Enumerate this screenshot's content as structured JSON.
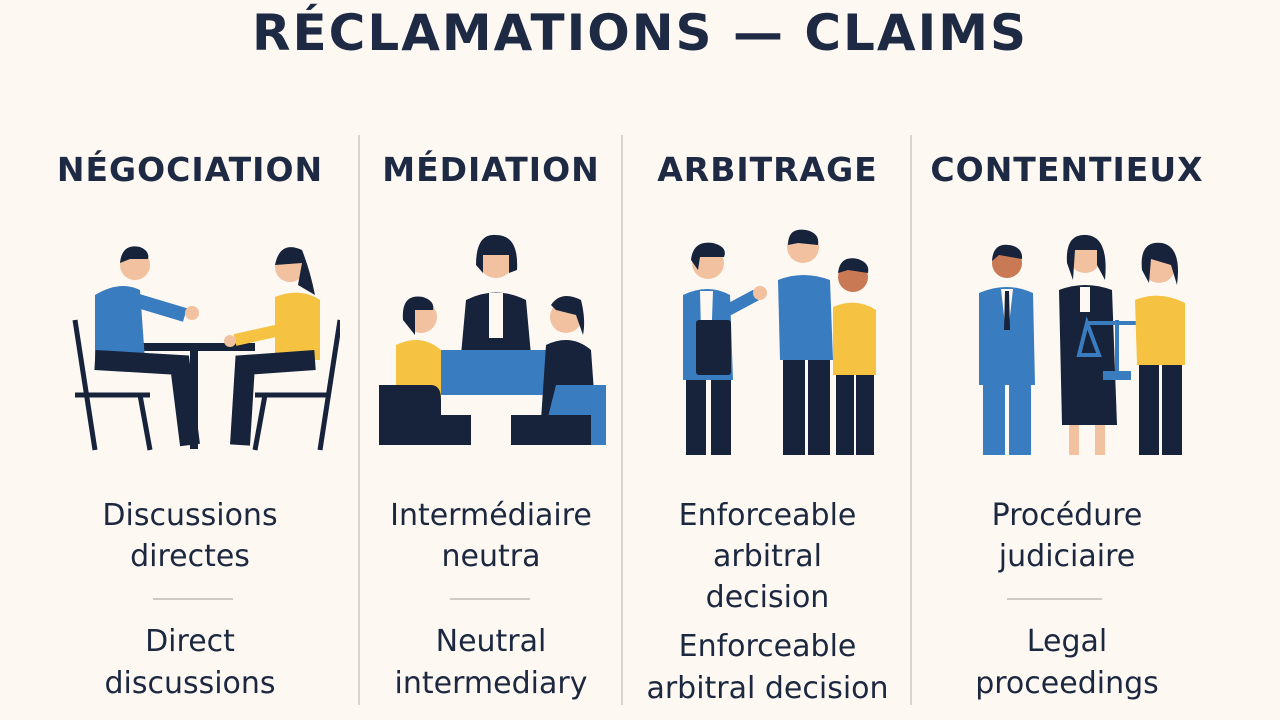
{
  "title": "RÉCLAMATIONS — CLAIMS",
  "colors": {
    "navy": "#16233b",
    "blue": "#3a7cc0",
    "yellow": "#f5c242",
    "skin": "#f1c1a0",
    "background": "#fdf8f2"
  },
  "columns": [
    {
      "heading": "NÉGOCIATION",
      "fr": [
        "Discussions",
        "directes"
      ],
      "en": [
        "Direct",
        "discussions"
      ],
      "illustration": "two-people-at-table"
    },
    {
      "heading": "MÉDIATION",
      "fr": [
        "Intermédiaire",
        "neutra"
      ],
      "en": [
        "Neutral",
        "intermediary"
      ],
      "illustration": "mediator-between-two-parties"
    },
    {
      "heading": "ARBITRAGE",
      "fr": [
        "Enforceable",
        "arbitral",
        "decision"
      ],
      "en": [
        "Enforceable",
        "arbitral decision"
      ],
      "illustration": "arbitrator-with-parties"
    },
    {
      "heading": "CONTENTIEUX",
      "fr": [
        "Procédure",
        "judiciaire"
      ],
      "en": [
        "Legal",
        "proceedings"
      ],
      "illustration": "judge-with-scales"
    }
  ]
}
